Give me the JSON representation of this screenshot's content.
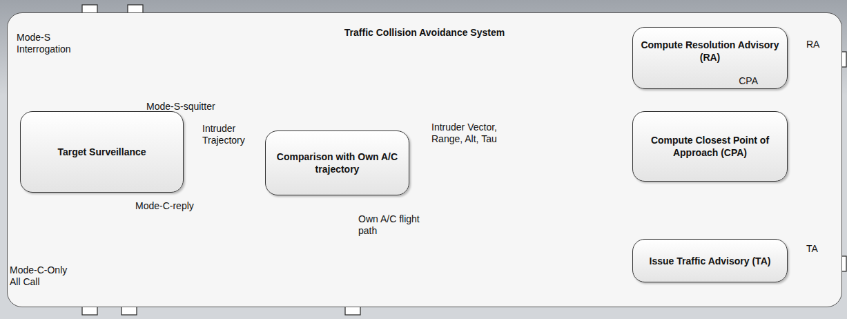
{
  "diagram": {
    "nodes": [
      {
        "text": [
          "Traffic Collision Avoidance System"
        ]
      },
      {
        "text": [
          "Target Surveillance"
        ],
        "in": 0
      },
      {
        "text": [
          "Comparison with Own A/C trajectory"
        ],
        "in": 0
      },
      {
        "text": [
          "Compute Resolution Advisory (RA)",
          "CPA"
        ],
        "in": 0
      },
      {
        "text": [
          "Compute Closest Point of Approach (CPA)"
        ],
        "in": 0
      },
      {
        "text": [
          "Issue Traffic Advisory (TA)"
        ],
        "in": 0
      }
    ],
    "edges": [
      {
        "from": 1,
        "to": 2,
        "arrow": "to",
        "label": "Intruder Trajectory"
      },
      {
        "from": 2,
        "to": 4,
        "arrow": "to",
        "label": "Intruder Vector, Range, Alt, Tau"
      },
      {
        "from": 2,
        "to": 5,
        "arrow": "to"
      },
      {
        "from": 4,
        "to": 3,
        "arrow": "to"
      }
    ],
    "labels": [
      "Mode-S Interrogation",
      "Mode-S-squitter",
      "Mode-C-Only All Call",
      "Mode-C-reply",
      "Own A/C flight path",
      "RA",
      "TA"
    ]
  }
}
